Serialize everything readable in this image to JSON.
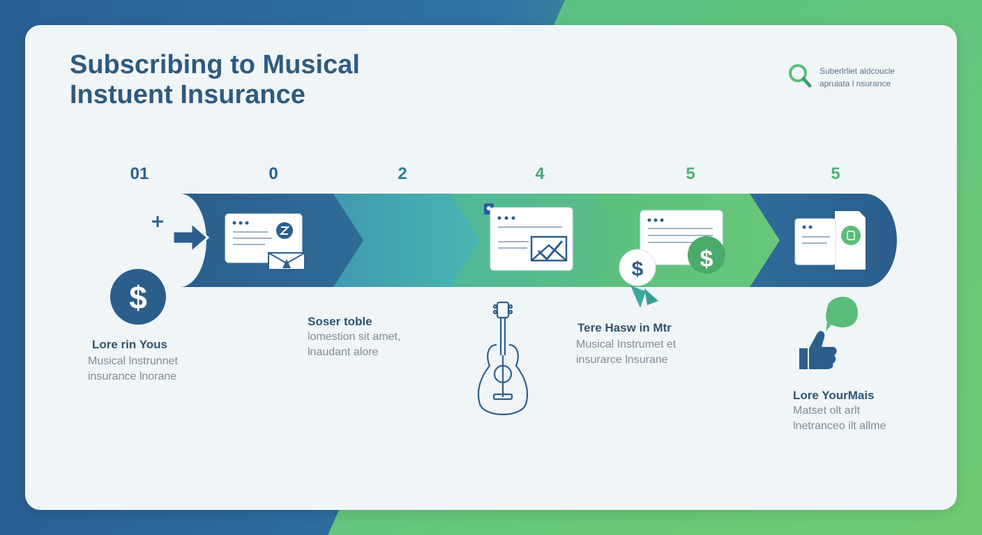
{
  "title": {
    "line1": "Subscribing to Musical",
    "line2": "Instuent Insurance"
  },
  "search_caption": {
    "line1": "Suberlrliet aldcoucle",
    "line2": "apruiata l nsurance"
  },
  "steps": [
    {
      "number": "01",
      "color": "#2c5e8c"
    },
    {
      "number": "0",
      "color": "#2c5e8c"
    },
    {
      "number": "2",
      "color": "#2e7c98"
    },
    {
      "number": "4",
      "color": "#43a57a"
    },
    {
      "number": "5",
      "color": "#4fb278"
    },
    {
      "number": "5",
      "color": "#4fb278"
    }
  ],
  "labels": [
    {
      "heading": "Lore rin Yous",
      "line1": "Musical lnstrunnet",
      "line2": "insurance lnorane"
    },
    {
      "heading": "Soser toble",
      "line1": "lomestion sit amet,",
      "line2": "lnaudant alore"
    },
    {
      "heading": "Tere Hasw in Mtr",
      "line1": "Musical Instrumet et",
      "line2": "insurarce lnsurane"
    },
    {
      "heading": "Lore YourMais",
      "line1": "Matset olt arlt",
      "line2": "lnetranceo ilt allme"
    }
  ],
  "icons": {
    "dollar": "$"
  },
  "colors": {
    "blue": "#2c5e8c",
    "teal": "#43b2b2",
    "green": "#5cbc7a",
    "card": "#f0f5f8"
  }
}
